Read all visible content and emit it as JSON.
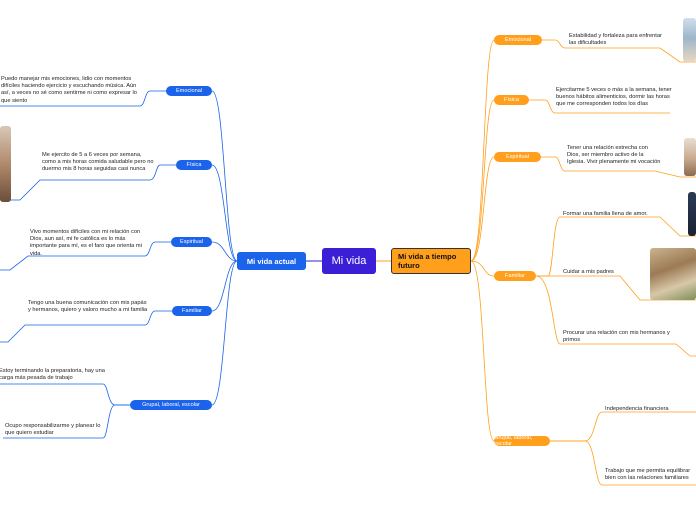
{
  "central": {
    "label": "Mi vida"
  },
  "left": {
    "title": "Mi vida actual",
    "branches": [
      {
        "label": "Emocional",
        "text": "Puedo manejar mis emociones, lidio con momentos difíciles haciendo ejercicio y escuchando música. Aún así, a veces no sé como sentirme ni como expresar lo que siento"
      },
      {
        "label": "Física",
        "text": "Me ejercito de 5 a 6 veces por semana, como a mis horas comida saludable pero no duermo mis 8 horas seguidas casi nunca"
      },
      {
        "label": "Espiritual",
        "text": "Vivo momentos difíciles con mi relación con Dios, aun así, mi fe católica es lo más importante para mí, es el faro que orienta mi vida."
      },
      {
        "label": "Familiar",
        "text": "Tengo una buena comunicación con mis papás y hermanos, quiero y valoro mucho a mi familia"
      },
      {
        "label": "Grupal, laboral, escolar",
        "texts": [
          "Estoy terminando la preparatoria, hay una carga más pesada de trabajo",
          "Ocupo responsabilizarme y planear lo que quiero estudiar"
        ]
      }
    ]
  },
  "right": {
    "title": "Mi vida a tiempo futuro",
    "branches": [
      {
        "label": "Emocional",
        "text": "Estabilidad y fortaleza para enfrentar las dificultades"
      },
      {
        "label": "Física",
        "text": "Ejercitarme 5 veces o más a la semana, tener buenos hábitos alimenticios, dormir las horas que me corresponden todos los días"
      },
      {
        "label": "Espiritual",
        "text": "Tener una relación estrecha con Dios, ser miembro activo de la Iglesia. Vivir plenamente mi vocación"
      },
      {
        "label": "Familiar",
        "texts": [
          "Formar una familia llena de amor.",
          "Cuidar a mis padres",
          "Procurar una relación con mis hermanos y primos"
        ]
      },
      {
        "label": "Grupal, laboral, escolar",
        "texts": [
          "Independencia financiera",
          "Trabajo que me permita equilibrar bien con las relaciones familiares"
        ]
      }
    ]
  },
  "colors": {
    "central": "#3a1fd6",
    "left": "#1a63ea",
    "right": "#ff9f1c"
  },
  "icons": [
    "photo-beach",
    "photo-person",
    "photo-hands",
    "photo-couple",
    "photo-family"
  ]
}
